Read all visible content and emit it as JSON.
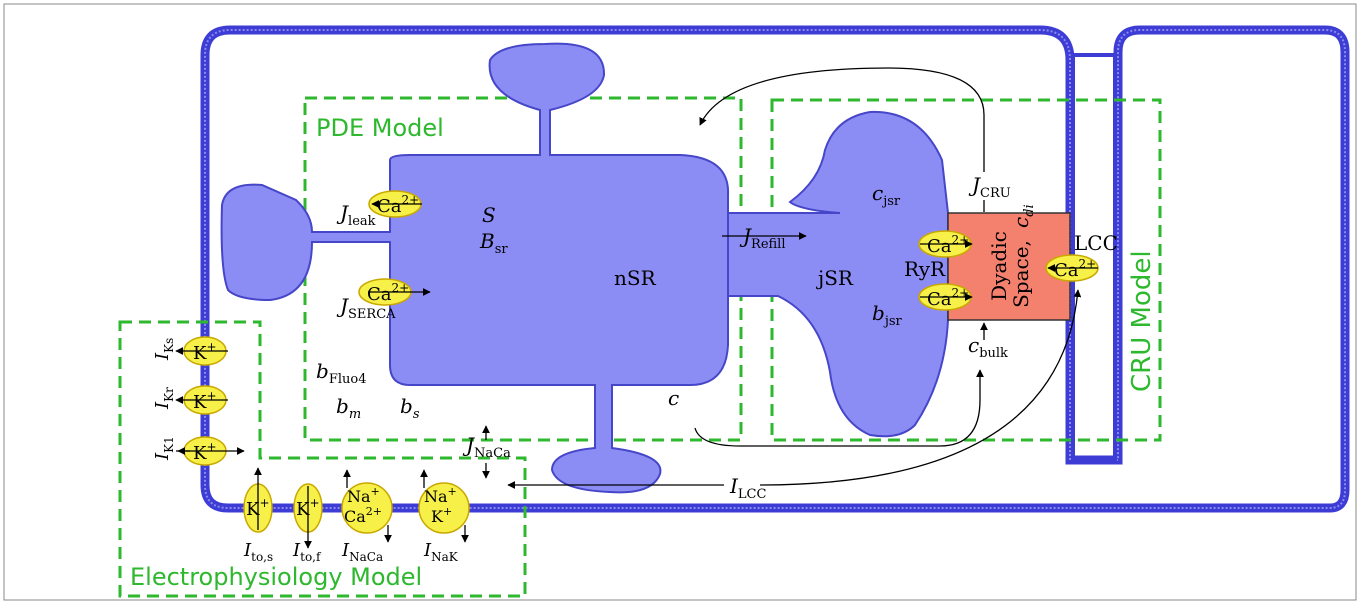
{
  "models": {
    "pde": "PDE Model",
    "cru": "CRU Model",
    "ep": "Electrophysiology Model"
  },
  "compartments": {
    "nsr": "nSR",
    "jsr": "jSR",
    "dyadic_line1": "Dyadic",
    "dyadic_line2": "Space,"
  },
  "variables": {
    "S": "S",
    "B": "B",
    "B_sub": "sr",
    "b_fluo": "b",
    "b_fluo_sub": "Fluo4",
    "b_m": "b",
    "b_m_sub": "m",
    "b_s": "b",
    "b_s_sub": "s",
    "c": "c",
    "c_jsr": "c",
    "c_jsr_sub": "jsr",
    "b_jsr": "b",
    "b_jsr_sub": "jsr",
    "c_bulk": "c",
    "c_bulk_sub": "bulk",
    "c_di": "c",
    "c_di_sub": "di"
  },
  "fluxes": {
    "J_leak": "J",
    "J_leak_sub": "leak",
    "J_serca": "J",
    "J_serca_sub": "SERCA",
    "J_refill": "J",
    "J_refill_sub": "Refill",
    "J_cru": "J",
    "J_cru_sub": "CRU",
    "J_naca": "J",
    "J_naca_sub": "NaCa",
    "I_lcc": "I",
    "I_lcc_sub": "LCC"
  },
  "channels": {
    "ryr": "RyR",
    "lcc": "LCC",
    "ca": "Ca",
    "ca_charge": "2+",
    "k": "K",
    "k_charge": "+",
    "na": "Na",
    "na_charge": "+"
  },
  "currents": {
    "I_ks": "I",
    "I_ks_sub": "Ks",
    "I_kr": "I",
    "I_kr_sub": "Kr",
    "I_k1": "I",
    "I_k1_sub": "K1",
    "I_tos": "I",
    "I_tos_sub": "to,s",
    "I_tof": "I",
    "I_tof_sub": "to,f",
    "I_naca": "I",
    "I_naca_sub": "NaCa",
    "I_nak": "I",
    "I_nak_sub": "NaK"
  },
  "colors": {
    "membrane": "#3d3dd6",
    "sr_fill": "#8c8cf5",
    "sr_stroke": "#4646c8",
    "dyadic_fill": "#f4806e",
    "model_box": "#2db82d",
    "channel_fill": "#f6f048",
    "channel_stroke": "#c9a800"
  }
}
